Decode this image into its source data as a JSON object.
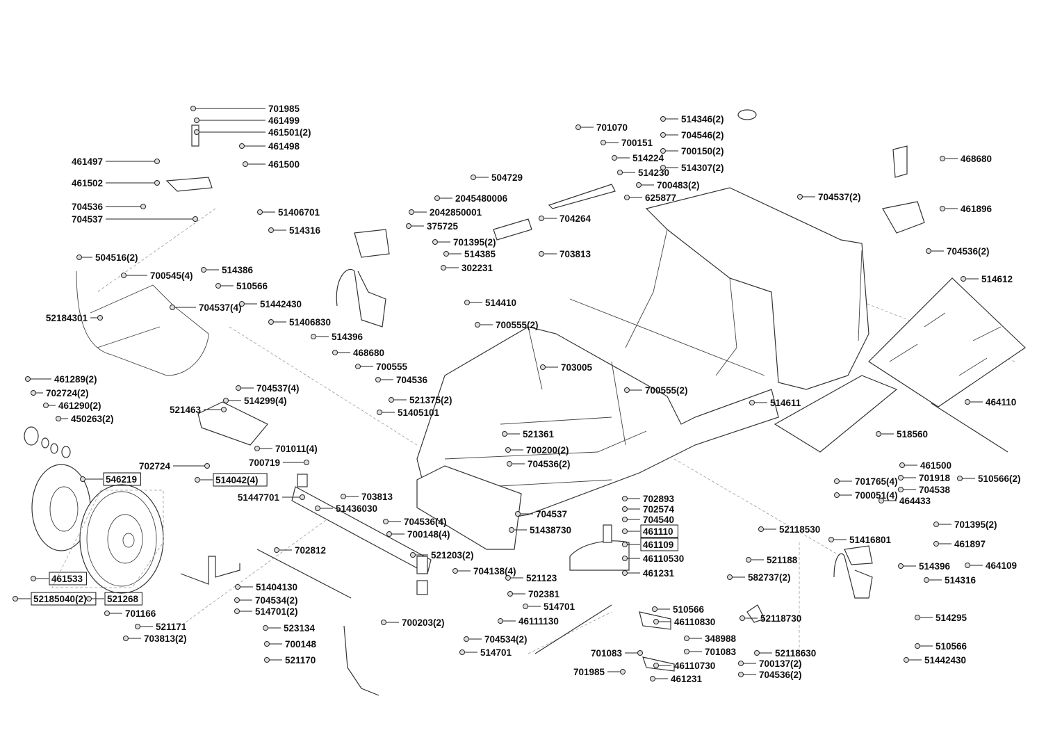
{
  "diagram": {
    "type": "exploded parts diagram",
    "line_color": "#222222",
    "background": "#ffffff"
  },
  "labels": [
    {
      "text": "701985",
      "boxed": false
    },
    {
      "text": "461499",
      "boxed": false
    },
    {
      "text": "461501(2)",
      "boxed": false
    },
    {
      "text": "461498",
      "boxed": false
    },
    {
      "text": "461500",
      "boxed": false
    },
    {
      "text": "461497",
      "boxed": false
    },
    {
      "text": "461502",
      "boxed": false
    },
    {
      "text": "704536",
      "boxed": false
    },
    {
      "text": "704537",
      "boxed": false
    },
    {
      "text": "504516(2)",
      "boxed": false
    },
    {
      "text": "700545(4)",
      "boxed": false
    },
    {
      "text": "704537(4)",
      "boxed": false
    },
    {
      "text": "52184301",
      "boxed": false
    },
    {
      "text": "461289(2)",
      "boxed": false
    },
    {
      "text": "702724(2)",
      "boxed": false
    },
    {
      "text": "461290(2)",
      "boxed": false
    },
    {
      "text": "450263(2)",
      "boxed": false
    },
    {
      "text": "546219",
      "boxed": true
    },
    {
      "text": "461533",
      "boxed": true
    },
    {
      "text": "52185040(2)",
      "boxed": true
    },
    {
      "text": "521268",
      "boxed": true
    },
    {
      "text": "701166",
      "boxed": false
    },
    {
      "text": "521171",
      "boxed": false
    },
    {
      "text": "703813(2)",
      "boxed": false
    },
    {
      "text": "702724",
      "boxed": false
    },
    {
      "text": "521463",
      "boxed": false
    },
    {
      "text": "704537(4)",
      "boxed": false
    },
    {
      "text": "514299(4)",
      "boxed": false
    },
    {
      "text": "701011(4)",
      "boxed": false
    },
    {
      "text": "700719",
      "boxed": false
    },
    {
      "text": "514042(4)",
      "boxed": true
    },
    {
      "text": "51447701",
      "boxed": false
    },
    {
      "text": "51436030",
      "boxed": false
    },
    {
      "text": "703813",
      "boxed": false
    },
    {
      "text": "702812",
      "boxed": false
    },
    {
      "text": "51404130",
      "boxed": false
    },
    {
      "text": "704534(2)",
      "boxed": false
    },
    {
      "text": "514701(2)",
      "boxed": false
    },
    {
      "text": "523134",
      "boxed": false
    },
    {
      "text": "700148",
      "boxed": false
    },
    {
      "text": "521170",
      "boxed": false
    },
    {
      "text": "700203(2)",
      "boxed": false
    },
    {
      "text": "51406701",
      "boxed": false
    },
    {
      "text": "514316",
      "boxed": false
    },
    {
      "text": "514386",
      "boxed": false
    },
    {
      "text": "510566",
      "boxed": false
    },
    {
      "text": "51442430",
      "boxed": false
    },
    {
      "text": "51406830",
      "boxed": false
    },
    {
      "text": "514396",
      "boxed": false
    },
    {
      "text": "468680",
      "boxed": false
    },
    {
      "text": "700555",
      "boxed": false
    },
    {
      "text": "704536",
      "boxed": false
    },
    {
      "text": "2045480006",
      "boxed": false
    },
    {
      "text": "2042850001",
      "boxed": false
    },
    {
      "text": "375725",
      "boxed": false
    },
    {
      "text": "701395(2)",
      "boxed": false
    },
    {
      "text": "514385",
      "boxed": false
    },
    {
      "text": "302231",
      "boxed": false
    },
    {
      "text": "514410",
      "boxed": false
    },
    {
      "text": "700555(2)",
      "boxed": false
    },
    {
      "text": "703005",
      "boxed": false
    },
    {
      "text": "521375(2)",
      "boxed": false
    },
    {
      "text": "51405101",
      "boxed": false
    },
    {
      "text": "521361",
      "boxed": false
    },
    {
      "text": "700200(2)",
      "boxed": false
    },
    {
      "text": "704536(2)",
      "boxed": false
    },
    {
      "text": "700555(2)",
      "boxed": false
    },
    {
      "text": "704537",
      "boxed": false
    },
    {
      "text": "51438730",
      "boxed": false
    },
    {
      "text": "704536(4)",
      "boxed": false
    },
    {
      "text": "700148(4)",
      "boxed": false
    },
    {
      "text": "521203(2)",
      "boxed": false
    },
    {
      "text": "704138(4)",
      "boxed": false
    },
    {
      "text": "521123",
      "boxed": false
    },
    {
      "text": "702381",
      "boxed": false
    },
    {
      "text": "514701",
      "boxed": false
    },
    {
      "text": "46111130",
      "boxed": false
    },
    {
      "text": "704534(2)",
      "boxed": false
    },
    {
      "text": "514701",
      "boxed": false
    },
    {
      "text": "702893",
      "boxed": false
    },
    {
      "text": "702574",
      "boxed": false
    },
    {
      "text": "704540",
      "boxed": false
    },
    {
      "text": "461110",
      "boxed": true
    },
    {
      "text": "461109",
      "boxed": true
    },
    {
      "text": "46110530",
      "boxed": false
    },
    {
      "text": "461231",
      "boxed": false
    },
    {
      "text": "46110830",
      "boxed": false
    },
    {
      "text": "348988",
      "boxed": false
    },
    {
      "text": "701083",
      "boxed": false
    },
    {
      "text": "701083",
      "boxed": false
    },
    {
      "text": "46110730",
      "boxed": false
    },
    {
      "text": "701985",
      "boxed": false
    },
    {
      "text": "461231",
      "boxed": false
    },
    {
      "text": "701070",
      "boxed": false
    },
    {
      "text": "700151",
      "boxed": false
    },
    {
      "text": "514224",
      "boxed": false
    },
    {
      "text": "514230",
      "boxed": false
    },
    {
      "text": "625877",
      "boxed": false
    },
    {
      "text": "504729",
      "boxed": false
    },
    {
      "text": "700483(2)",
      "boxed": false
    },
    {
      "text": "704264",
      "boxed": false
    },
    {
      "text": "703813",
      "boxed": false
    },
    {
      "text": "514346(2)",
      "boxed": false
    },
    {
      "text": "704546(2)",
      "boxed": false
    },
    {
      "text": "700150(2)",
      "boxed": false
    },
    {
      "text": "514307(2)",
      "boxed": false
    },
    {
      "text": "704537(2)",
      "boxed": false
    },
    {
      "text": "468680",
      "boxed": false
    },
    {
      "text": "461896",
      "boxed": false
    },
    {
      "text": "704536(2)",
      "boxed": false
    },
    {
      "text": "514612",
      "boxed": false
    },
    {
      "text": "464110",
      "boxed": false
    },
    {
      "text": "514611",
      "boxed": false
    },
    {
      "text": "518560",
      "boxed": false
    },
    {
      "text": "461500",
      "boxed": false
    },
    {
      "text": "510566(2)",
      "boxed": false
    },
    {
      "text": "701765(4)",
      "boxed": false
    },
    {
      "text": "700051(4)",
      "boxed": false
    },
    {
      "text": "701918",
      "boxed": false
    },
    {
      "text": "704538",
      "boxed": false
    },
    {
      "text": "464433",
      "boxed": false
    },
    {
      "text": "701395(2)",
      "boxed": false
    },
    {
      "text": "52118530",
      "boxed": false
    },
    {
      "text": "51416801",
      "boxed": false
    },
    {
      "text": "461897",
      "boxed": false
    },
    {
      "text": "521188",
      "boxed": false
    },
    {
      "text": "464109",
      "boxed": false
    },
    {
      "text": "514396",
      "boxed": false
    },
    {
      "text": "514316",
      "boxed": false
    },
    {
      "text": "582737(2)",
      "boxed": false
    },
    {
      "text": "514295",
      "boxed": false
    },
    {
      "text": "52118730",
      "boxed": false
    },
    {
      "text": "52118630",
      "boxed": false
    },
    {
      "text": "510566",
      "boxed": false
    },
    {
      "text": "510566",
      "boxed": false
    },
    {
      "text": "51442430",
      "boxed": false
    },
    {
      "text": "700137(2)",
      "boxed": false
    },
    {
      "text": "704536(2)",
      "boxed": false
    }
  ]
}
